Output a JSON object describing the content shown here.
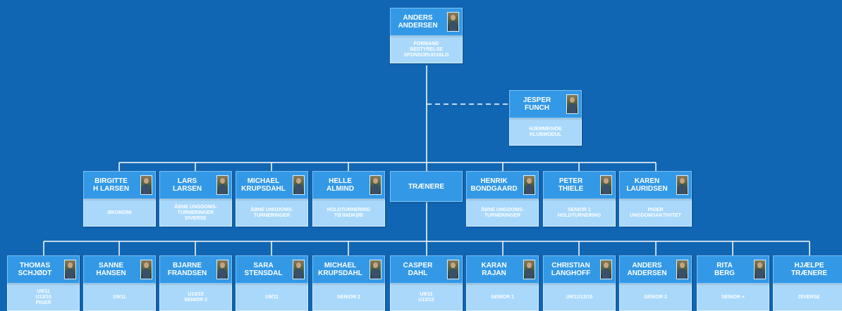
{
  "colors": {
    "background": "#1166b4",
    "name_box": "#3399e6",
    "role_box": "#a9d8fb",
    "text": "#ffffff",
    "connector": "#ffffff"
  },
  "nodes": [
    {
      "id": "anders-top",
      "name": "ANDERS\nANDERSEN",
      "role": "FORMAND\nBESTYRELSE\nSPONSORUDVALG",
      "photo": true
    },
    {
      "id": "jesper",
      "name": "JESPER\nFUNCH",
      "role": "HJEMMESIDE\nKLUBMODUL",
      "photo": true
    },
    {
      "id": "birgitte",
      "name": "BIRGITTE\nH LARSEN",
      "role": "ØKONOMI",
      "photo": true
    },
    {
      "id": "lars",
      "name": "LARS\nLARSEN",
      "role": "ÅBNE UNGDOMS-\nTURNERINGER\nDIVERSE",
      "photo": true
    },
    {
      "id": "michael-1",
      "name": "MICHAEL\nKRUPSDAHL",
      "role": "ÅBNE UNGDOMS-\nTURNERINGER",
      "photo": true
    },
    {
      "id": "helle",
      "name": "HELLE\nALMIND",
      "role": "HOLDTURNERING\nTØJINDKØB",
      "photo": true
    },
    {
      "id": "traenere",
      "name": "TRÆNERE",
      "role": "",
      "photo": false
    },
    {
      "id": "henrik",
      "name": "HENRIK\nBONDGAARD",
      "role": "ÅBNE UNGDOMS-\nTURNERINGER",
      "photo": true
    },
    {
      "id": "peter",
      "name": "PETER\nTHIELE",
      "role": "SENIOR 1\nHOLDTURNERING",
      "photo": true
    },
    {
      "id": "karen",
      "name": "KAREN\nLAURIDSEN",
      "role": "PIGER\nUNGDOMSAKTIVITET",
      "photo": true
    },
    {
      "id": "thomas",
      "name": "THOMAS\nSCHJØDT",
      "role": "U9/11\nU13/15\nPIGER",
      "photo": true
    },
    {
      "id": "sanne",
      "name": "SANNE\nHANSEN",
      "role": "U9/11",
      "photo": true
    },
    {
      "id": "bjarne",
      "name": "BJARNE\nFRANDSEN",
      "role": "U13/15\nSENIOR 2",
      "photo": true
    },
    {
      "id": "sara",
      "name": "SARA\nSTENSDAL",
      "role": "U9/11",
      "photo": true
    },
    {
      "id": "michael-2",
      "name": "MICHAEL\nKRUPSDAHL",
      "role": "SENIOR 2",
      "photo": true
    },
    {
      "id": "casper",
      "name": "CASPER\nDAHL",
      "role": "U9/11\nU13/15",
      "photo": true
    },
    {
      "id": "karan",
      "name": "KARAN\nRAJAN",
      "role": "SENIOR 1",
      "photo": true
    },
    {
      "id": "christian",
      "name": "CHRISTIAN\nLANGHOFF",
      "role": "U9/11/13/15",
      "photo": true
    },
    {
      "id": "anders-2",
      "name": "ANDERS\nANDERSEN",
      "role": "SENIOR 2",
      "photo": true
    },
    {
      "id": "rita",
      "name": "RITA\nBERG",
      "role": "SENIOR +",
      "photo": true
    },
    {
      "id": "hjaelpe",
      "name": "HJÆLPE\nTRÆNERE",
      "role": "DIVERSE",
      "photo": false
    }
  ]
}
